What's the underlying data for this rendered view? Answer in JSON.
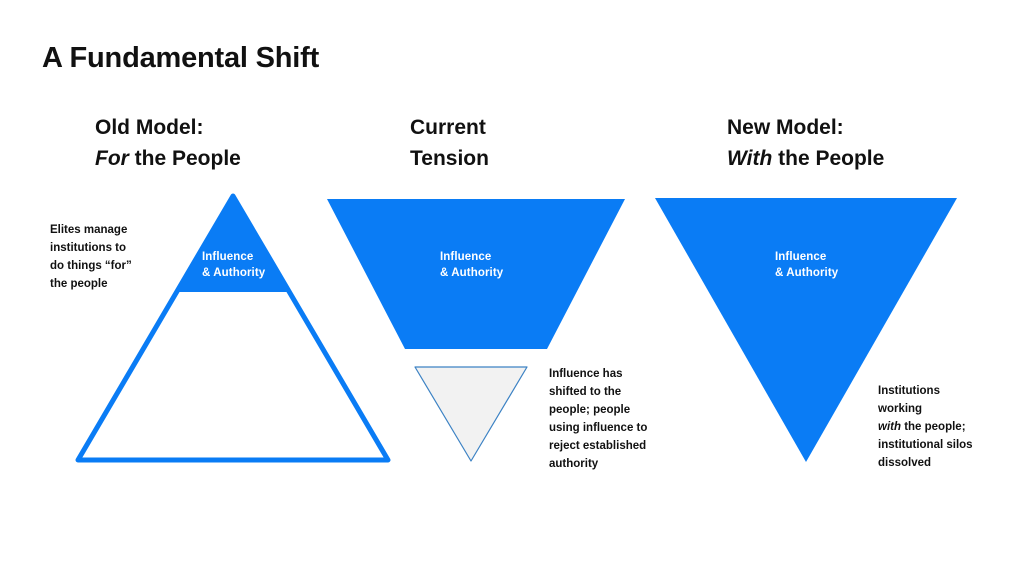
{
  "slide": {
    "title": "A Fundamental Shift",
    "background_color": "#ffffff",
    "accent_color": "#0a7cf5",
    "accent_color_light": "#f2f2f2",
    "text_color": "#111111"
  },
  "columns": [
    {
      "id": "old",
      "heading_line1": "Old Model:",
      "heading_emphasis": "For",
      "heading_line2_rest": " the People",
      "shape_label": "Influence\n& Authority",
      "annotation_text": "Elites manage\ninstitutions to\ndo things “for”\nthe people",
      "shape_type": "upright-pyramid-outline-with-filled-cap"
    },
    {
      "id": "current",
      "heading_line1": "Current",
      "heading_line2": "Tension",
      "shape_label": "Influence\n& Authority",
      "annotation_text": "Influence has\nshifted to the\npeople; people\nusing influence to\nreject established\nauthority",
      "shape_type": "inverted-trapezoid-plus-small-inverted-triangle"
    },
    {
      "id": "new",
      "heading_line1": "New Model:",
      "heading_emphasis": "With",
      "heading_line2_rest": " the People",
      "shape_label": "Influence\n& Authority",
      "annotation_prefix": "Institutions\nworking\n",
      "annotation_emphasis": "with",
      "annotation_suffix": " the people;\ninstitutional silos\ndissolved",
      "shape_type": "inverted-triangle-filled"
    }
  ]
}
